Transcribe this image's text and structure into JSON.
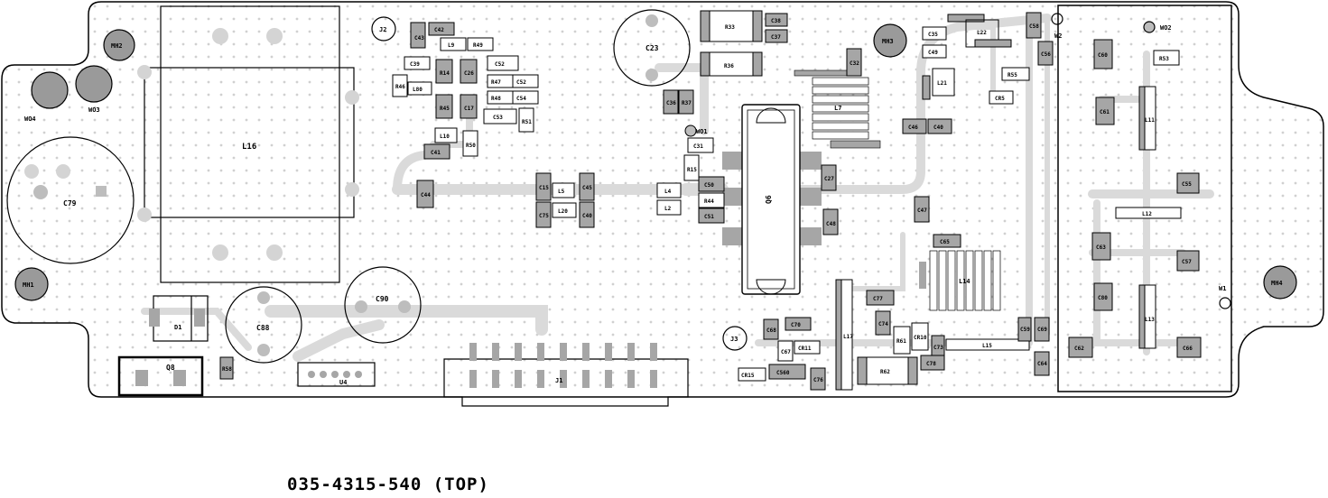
{
  "caption": "035-4315-540 (TOP)",
  "colors": {
    "outline": "#000000",
    "trace": "#d9d9d9",
    "pad": "#a6a6a6",
    "pad_dark": "#8c8c8c",
    "via": "#d0d0d0"
  },
  "components": {
    "J2": "J2",
    "C43": "C43",
    "C42": "C42",
    "L9": "L9",
    "R49": "R49",
    "C39": "C39",
    "R14": "R14",
    "C26": "C26",
    "C52": "C52",
    "R46": "R46",
    "L80": "L80",
    "R47": "R47",
    "C52b": "C52",
    "R48": "R48",
    "C54": "C54",
    "R45": "R45",
    "C17": "C17",
    "C53": "C53",
    "R51": "R51",
    "L10": "L10",
    "R50": "R50",
    "C41": "C41",
    "C44": "C44",
    "C15": "C15",
    "L5": "L5",
    "C45": "C45",
    "C75": "C75",
    "L20": "L20",
    "C40": "C40",
    "L4": "L4",
    "L2": "L2",
    "C50": "C50",
    "R44": "R44",
    "C51": "C51",
    "R15": "R15",
    "C31": "C31",
    "WO1": "WO1",
    "C36": "C36",
    "R37": "R37",
    "C23": "C23",
    "R33": "R33",
    "C38": "C38",
    "C37": "C37",
    "R36": "R36",
    "Q6": "Q6",
    "C27": "C27",
    "C48": "C48",
    "L7": "L7",
    "C32": "C32",
    "MH3": "MH3",
    "C35": "C35",
    "C49": "C49",
    "L22": "L22",
    "C58": "C58",
    "C56": "C56",
    "L21": "L21",
    "R55": "R55",
    "CR5": "CR5",
    "C46": "C46",
    "C40b": "C40",
    "C47": "C47",
    "C65": "C65",
    "L14": "L14",
    "W2": "W2",
    "WO2": "WO2",
    "C60": "C60",
    "R53": "R53",
    "C61": "C61",
    "L11": "L11",
    "C55": "C55",
    "L12": "L12",
    "C63": "C63",
    "C57": "C57",
    "C80": "C80",
    "L13": "L13",
    "C62": "C62",
    "C66": "C66",
    "W1": "W1",
    "MH4": "MH4",
    "MH2": "MH2",
    "WO4": "WO4",
    "WO3": "WO3",
    "L16": "L16",
    "C79": "C79",
    "MH1": "MH1",
    "D1": "D1",
    "C88": "C88",
    "C90": "C90",
    "Q8": "Q8",
    "R58": "R58",
    "U4": "U4",
    "J1": "J1",
    "J3": "J3",
    "C68": "C68",
    "C70": "C70",
    "C67": "C67",
    "CR11": "CR11",
    "CR15": "CR15",
    "C560": "C560",
    "C76": "C76",
    "L17": "L17",
    "C77": "C77",
    "C74": "C74",
    "R61": "R61",
    "CR10": "CR10",
    "C73": "C73",
    "L15": "L15",
    "C59": "C59",
    "C69": "C69",
    "R62": "R62",
    "C78": "C78",
    "C64": "C64"
  }
}
